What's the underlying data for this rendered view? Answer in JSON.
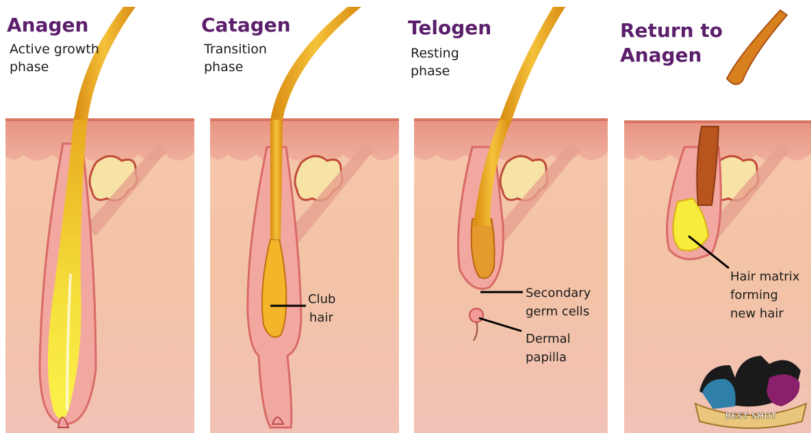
{
  "colors": {
    "title_purple": "#5b1f6b",
    "skin_top": "#e79a86",
    "dermis": "#f4c2a4",
    "hair_shaft": "#e7a31c",
    "hair_bulb_yellow": "#f7ec3c",
    "follicle_sheath": "#e07f78"
  },
  "stages": [
    {
      "title": "Anagen",
      "subtitle_lines": [
        "Active growth",
        "phase"
      ]
    },
    {
      "title": "Catagen",
      "subtitle_lines": [
        "Transition",
        "phase"
      ]
    },
    {
      "title": "Telogen",
      "subtitle_lines": [
        "Resting",
        "phase"
      ]
    },
    {
      "title_lines": [
        "Return to",
        "Anagen"
      ]
    }
  ],
  "labels": {
    "club_hair": [
      "Club",
      "hair"
    ],
    "secondary_germ_cells": [
      "Secondary",
      "germ cells"
    ],
    "dermal_papilla": [
      "Dermal",
      "papilla"
    ],
    "hair_matrix": [
      "Hair matrix",
      "forming",
      "new hair"
    ]
  },
  "logo": {
    "text": "BEST SHOT",
    "icon": "horse-dog-cat-logo-icon"
  }
}
